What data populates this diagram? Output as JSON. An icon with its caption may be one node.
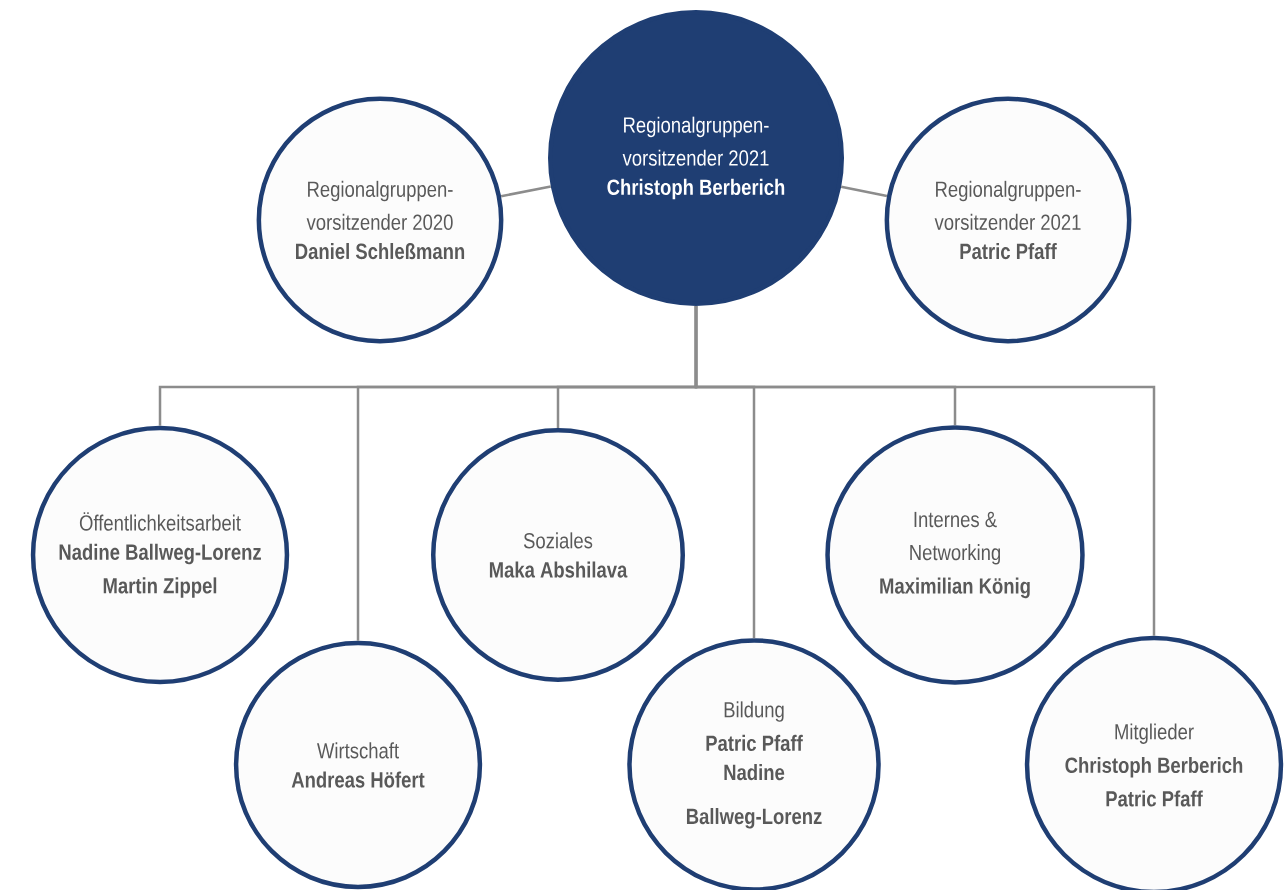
{
  "diagram": {
    "nodes": [
      {
        "text": [
          "Regionalgruppen- vorsitzender 2021",
          "Christoph Berberich"
        ]
      },
      {
        "text": [
          "Regionalgruppen- vorsitzender 2020",
          "Daniel Schleßmann"
        ]
      },
      {
        "text": [
          "Regionalgruppen- vorsitzender 2021",
          "Patric Pfaff"
        ]
      },
      {
        "text": [
          "Öffentlichkeitsarbeit",
          "Nadine Ballweg-Lorenz",
          "Martin Zippel"
        ]
      },
      {
        "text": [
          "Wirtschaft",
          "Andreas Höfert"
        ]
      },
      {
        "text": [
          "Soziales",
          "Maka Abshilava"
        ]
      },
      {
        "text": [
          "Bildung",
          "Patric Pfaff",
          "Nadine Ballweg-Lorenz"
        ]
      },
      {
        "text": [
          "Internes & Networking",
          "Maximilian König"
        ]
      },
      {
        "text": [
          "Mitglieder",
          "Christoph Berberich",
          "Patric Pfaff"
        ]
      }
    ],
    "edges": [
      {
        "from": 0,
        "to": 1,
        "arrow": "none"
      },
      {
        "from": 0,
        "to": 2,
        "arrow": "none"
      },
      {
        "from": 0,
        "to": 3,
        "arrow": "none"
      },
      {
        "from": 0,
        "to": 4,
        "arrow": "none"
      },
      {
        "from": 0,
        "to": 5,
        "arrow": "none"
      },
      {
        "from": 0,
        "to": 6,
        "arrow": "none"
      },
      {
        "from": 0,
        "to": 7,
        "arrow": "none"
      },
      {
        "from": 0,
        "to": 8,
        "arrow": "none"
      }
    ]
  }
}
